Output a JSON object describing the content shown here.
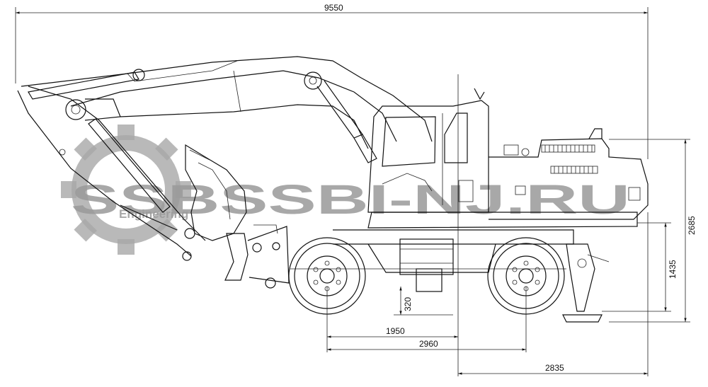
{
  "dimensions": {
    "overall_length": "9550",
    "overall_height": "2685",
    "height_1435": "1435",
    "clearance_320": "320",
    "dim_1950": "1950",
    "wheelbase_2960": "2960",
    "tail_2835": "2835"
  },
  "watermark": {
    "main": "SSBSSBI-NJ.RU",
    "sub": "Engineering"
  }
}
